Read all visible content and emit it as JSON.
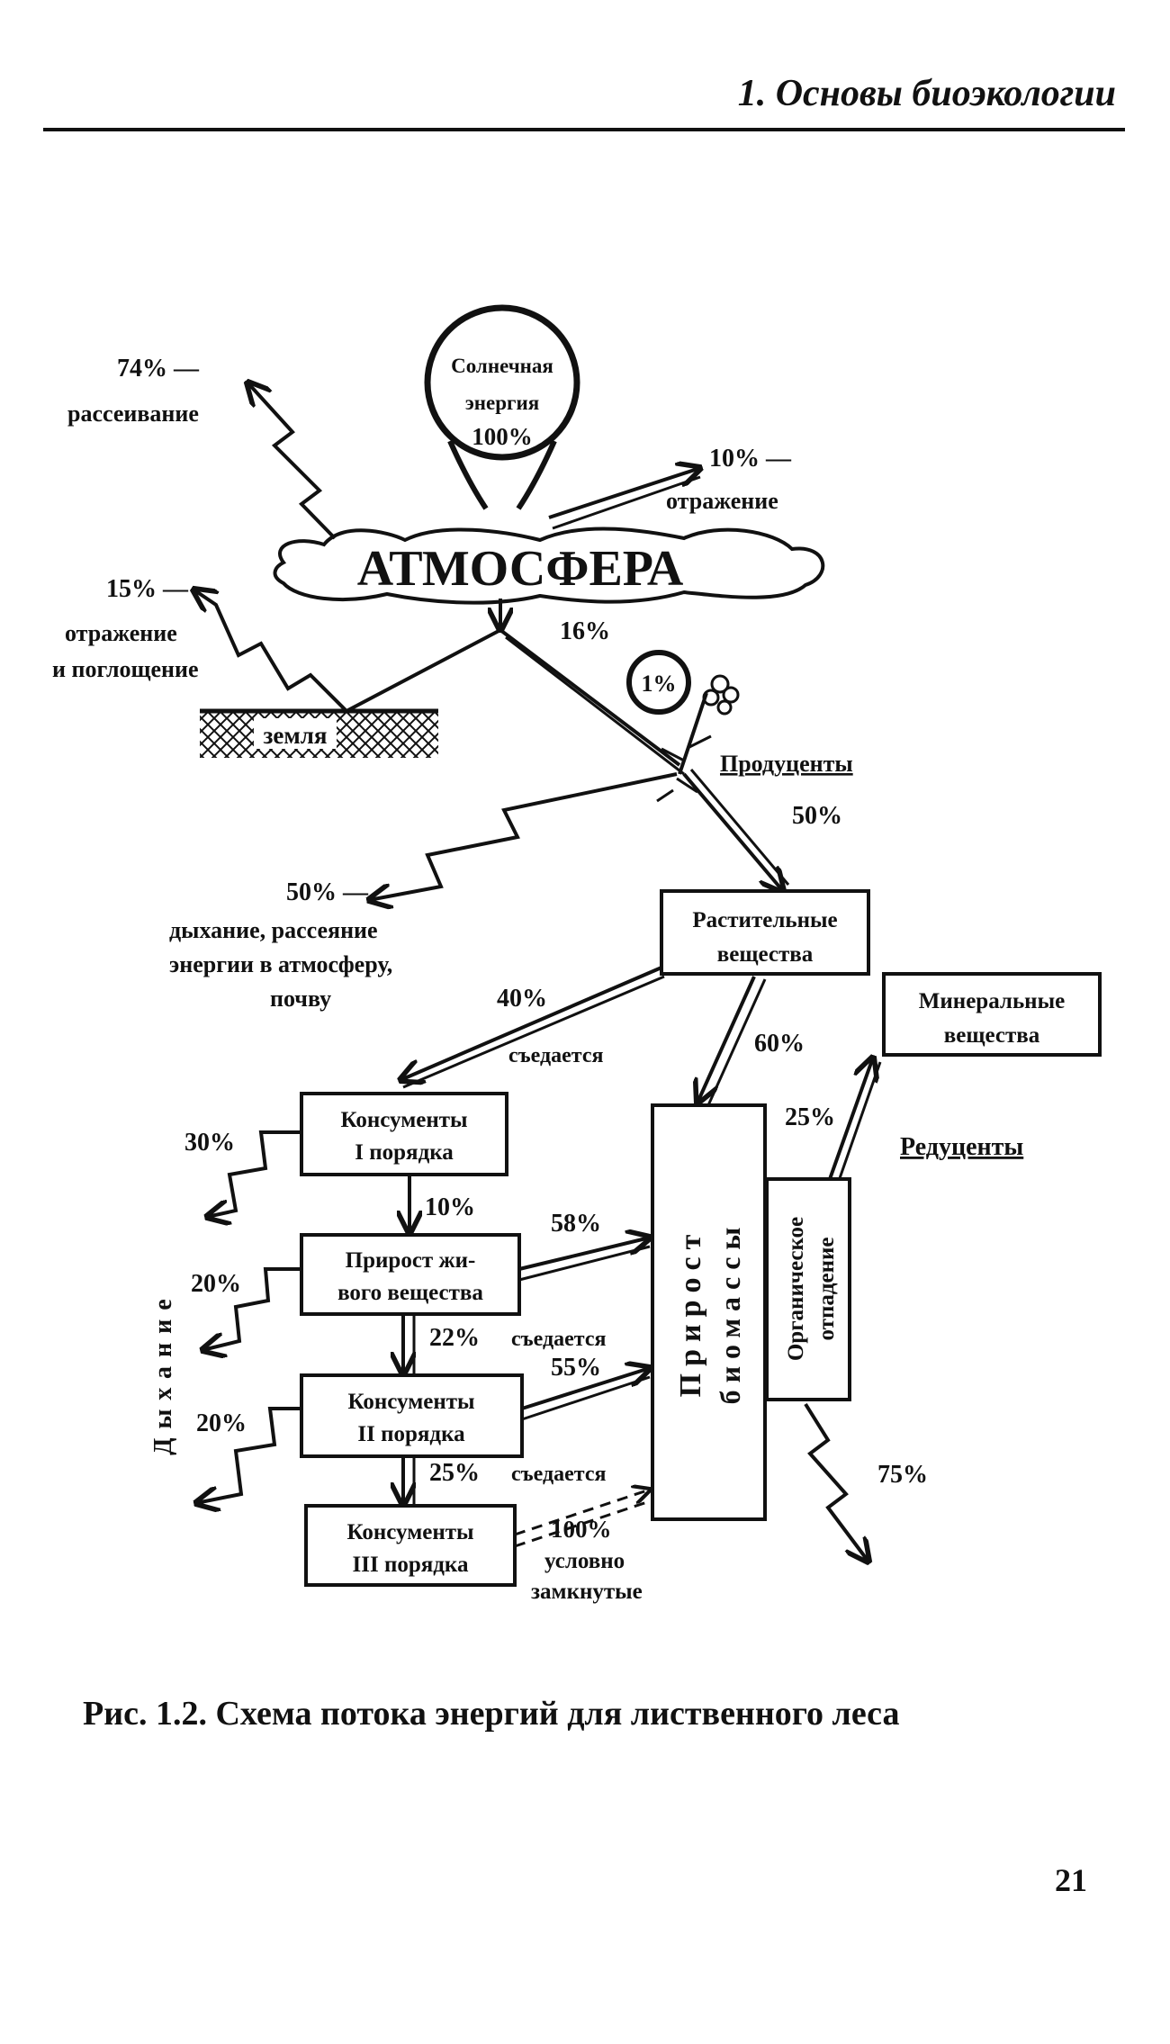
{
  "header": {
    "title": "1. Основы биоэкологии"
  },
  "diagram": {
    "sun": {
      "line1": "Солнечная",
      "line2": "энергия",
      "line3": "100%"
    },
    "atmosphere": "АТМОСФЕРА",
    "scatter": {
      "pct": "74% —",
      "label": "рассеивание"
    },
    "reflection": {
      "pct": "10% —",
      "label": "отражение"
    },
    "ground_loss": {
      "pct": "15% —",
      "line1": "отражение",
      "line2": "и поглощение"
    },
    "earth": "земля",
    "to_producers": "16%",
    "photosynthesis": "1%",
    "producers": "Продуценты",
    "producers_pct": "50%",
    "plant_resp": {
      "pct": "50% —",
      "line1": "дыхание, рассеяние",
      "line2": "энергии в атмосферу,",
      "line3": "почву"
    },
    "plant_matter": {
      "line1": "Растительные",
      "line2": "вещества"
    },
    "eaten_40": {
      "pct": "40%",
      "label": "съедается"
    },
    "to_biomass_60": "60%",
    "minerals": {
      "line1": "Минеральные",
      "line2": "вещества"
    },
    "minerals_pct": "25%",
    "reducers": "Редуценты",
    "consumers1": {
      "line1": "Консументы",
      "line2": "I порядка"
    },
    "resp_30": "30%",
    "c1_to_growth": "10%",
    "growth": {
      "line1": "Прирост жи-",
      "line2": "вого вещества"
    },
    "growth_to_biomass": "58%",
    "resp_20a": "20%",
    "growth_to_c2": "22%",
    "eaten_1": "съедается",
    "c2_to_biomass": "55%",
    "consumers2": {
      "line1": "Консументы",
      "line2": "II порядка"
    },
    "resp_20b": "20%",
    "c2_to_c3": "25%",
    "eaten_2": "съедается",
    "consumers3": {
      "line1": "Консументы",
      "line2": "III порядка"
    },
    "closed": {
      "pct": "100%",
      "line1": "условно",
      "line2": "замкнутые"
    },
    "biomass": {
      "line1": "Прирост",
      "line2": "биомассы"
    },
    "organic": {
      "line1": "Органическое",
      "line2": "отпадение"
    },
    "decomp_loss": "75%",
    "breathing": "Дыхание"
  },
  "caption": "Рис. 1.2. Схема потока энергий для лиственного леса",
  "page_number": "21"
}
